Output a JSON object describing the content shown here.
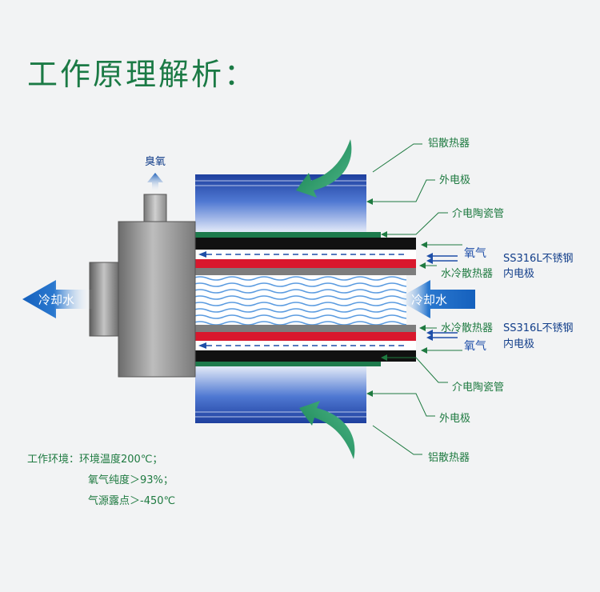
{
  "title": "工作原理解析：",
  "colors": {
    "accent": "#1b7a45",
    "label": "#1e7a40",
    "blue": "#1f4fa8",
    "red": "#d9182d",
    "ceramic": "#1d7a4c"
  },
  "ozone_outlet": {
    "label": "臭氧"
  },
  "cooling_water": {
    "left_label": "冷却水",
    "right_label": "冷却水"
  },
  "labels_top": {
    "aluminum_heatsink": "铝散热器",
    "outer_electrode": "外电极",
    "dielectric_ceramic": "介电陶瓷管",
    "oxygen": "氧气",
    "inner_electrode_material": "SS316L不锈钢",
    "inner_electrode": "内电极",
    "water_heatsink": "水冷散热器"
  },
  "labels_bottom": {
    "water_heatsink": "水冷散热器",
    "inner_electrode_material": "SS316L不锈钢",
    "inner_electrode": "内电极",
    "oxygen": "氧气",
    "dielectric_ceramic": "介电陶瓷管",
    "outer_electrode": "外电极",
    "aluminum_heatsink": "铝散热器"
  },
  "environment": {
    "heading": "工作环境：",
    "items": [
      "环境温度200℃；",
      "氧气纯度＞93%；",
      "气源露点＞-450℃"
    ]
  }
}
